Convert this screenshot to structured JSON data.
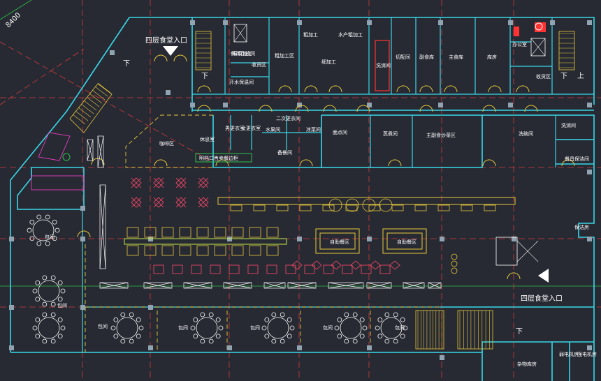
{
  "drawing": {
    "dimension_text": "8400",
    "entrance_top": "四层食堂入口",
    "entrance_right": "四层食堂入口",
    "stair_down": "下",
    "stair_up": "上"
  },
  "rooms": {
    "r1": "粗加工",
    "r2": "细加工",
    "r3": "水产粗加工",
    "r4": "荤菜加工",
    "r5": "粗加工区",
    "r6": "洗消间",
    "r7": "切配间",
    "r8": "副食库",
    "r9": "主食库",
    "r10": "库房",
    "r11": "办公室",
    "r12": "收货区",
    "r13": "餐具存放间",
    "r14": "开水保温间",
    "r15": "收货区",
    "r16": "咖啡区",
    "r17": "休息室",
    "r18": "男更衣室",
    "r19": "女更衣室",
    "r20": "二次更衣间",
    "r21": "水果间",
    "r22": "凉菜间",
    "r23": "面点间",
    "r24": "蒸煮间",
    "r25": "主副食炒菜区",
    "r26": "洗碗间",
    "r27": "洗消间",
    "r28": "餐具保洁间",
    "r29": "备餐间",
    "r30": "明档口售卖餐边柜",
    "r31": "保洁房",
    "r32": "自助餐区",
    "r33": "自助餐区",
    "r34": "杂物库房",
    "r35": "弱电机房",
    "r36": "强电机房",
    "booth": "包间"
  }
}
